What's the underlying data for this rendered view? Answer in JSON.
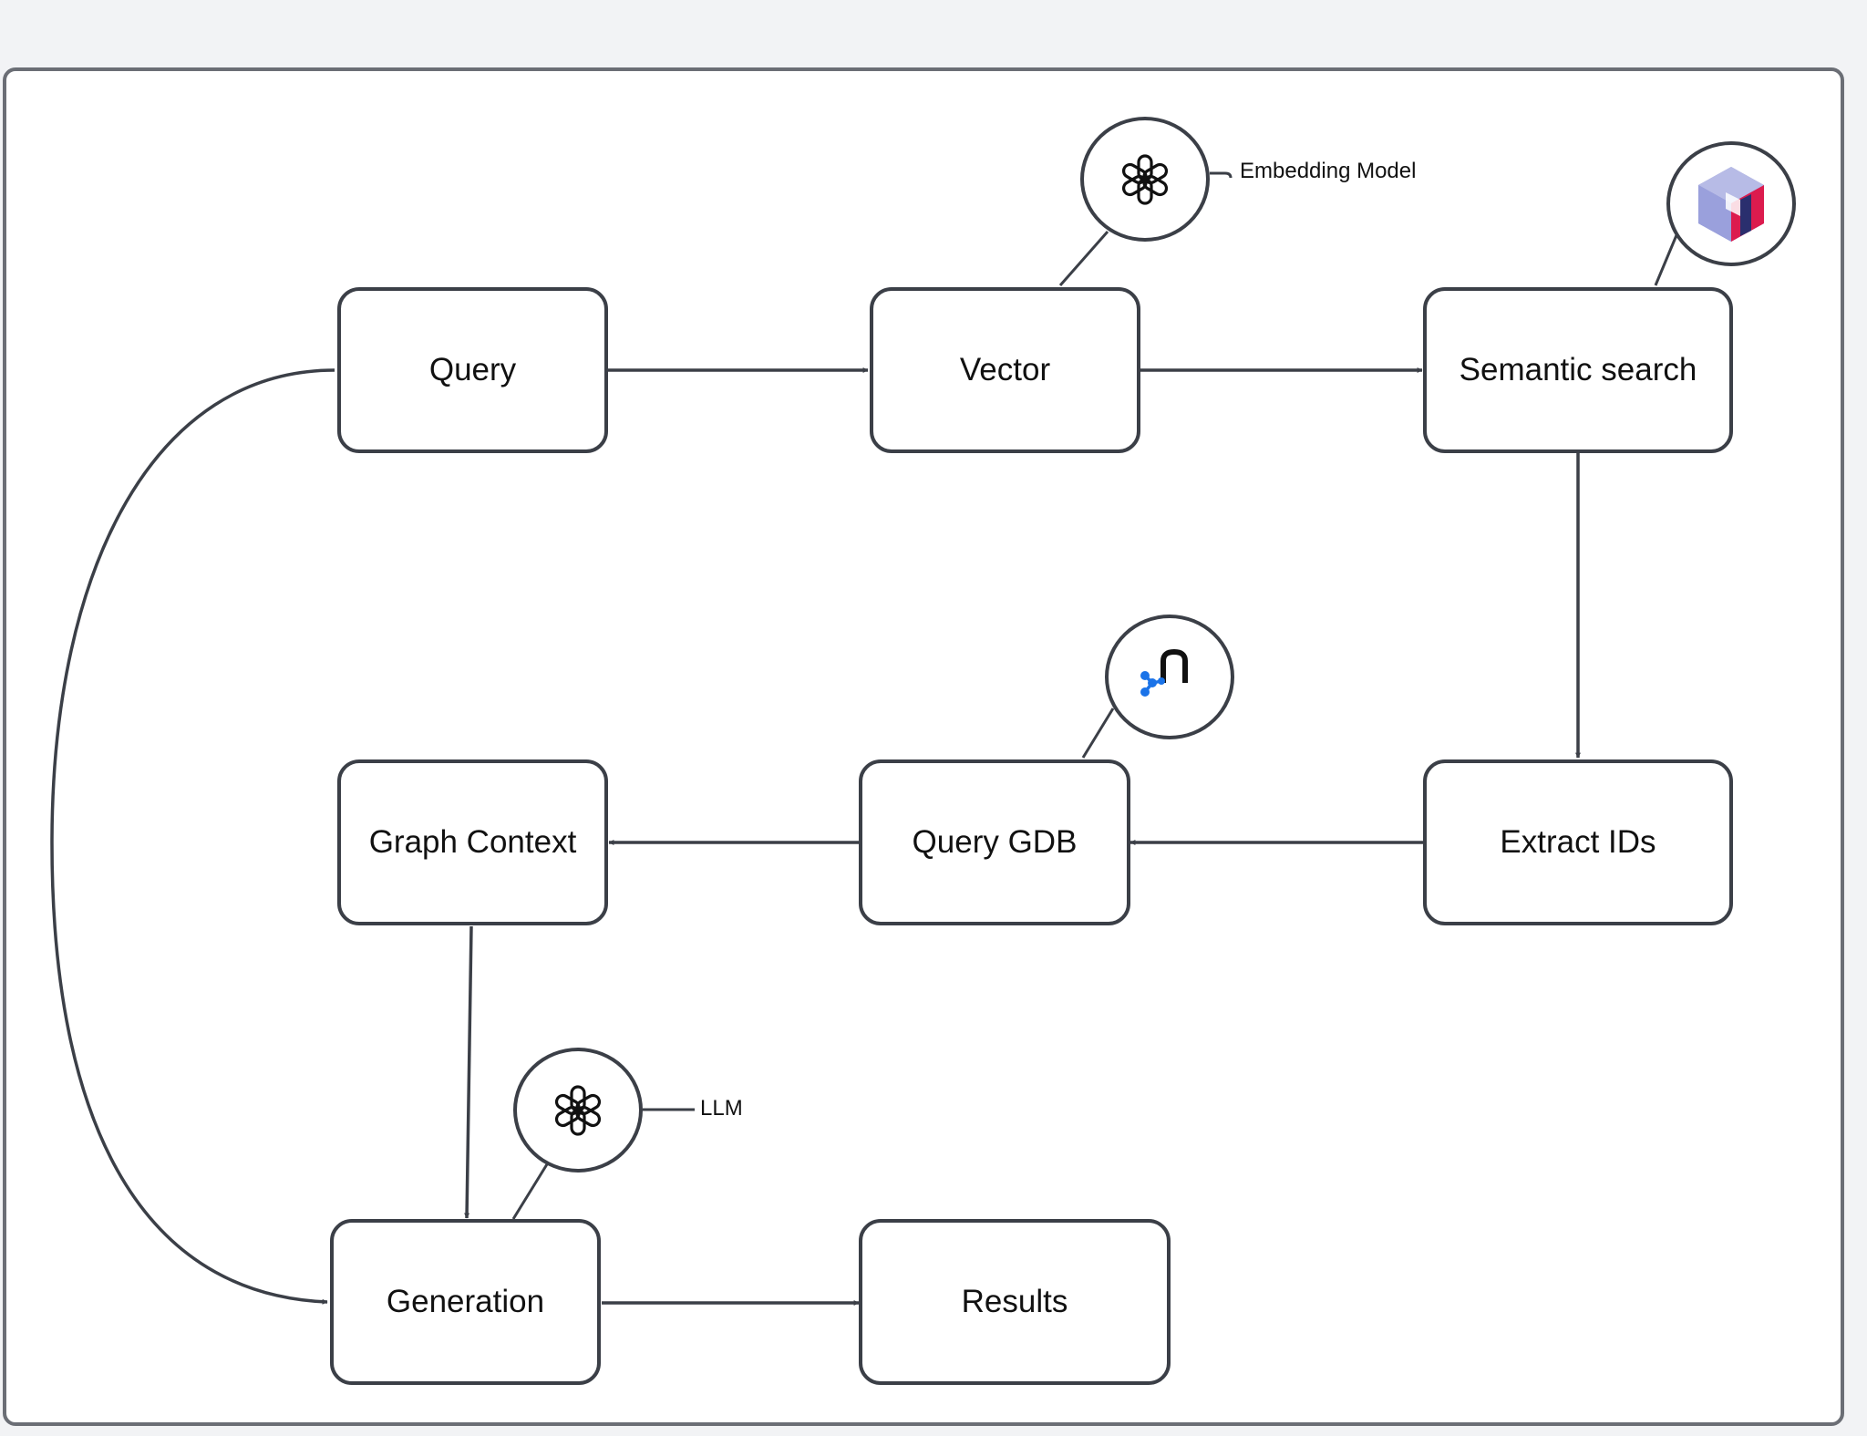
{
  "nodes": {
    "query": "Query",
    "vector": "Vector",
    "semantic_search": "Semantic search",
    "extract_ids": "Extract IDs",
    "query_gdb": "Query GDB",
    "graph_context": "Graph Context",
    "generation": "Generation",
    "results": "Results"
  },
  "annotations": {
    "embedding_model": "Embedding Model",
    "llm": "LLM"
  },
  "icons": {
    "embedding": "openai-logo-icon",
    "vector_db": "qdrant-logo-icon",
    "graph_db": "neo4j-logo-icon",
    "llm": "openai-logo-icon"
  },
  "colors": {
    "line": "#3b3f47",
    "frame": "#6b6e75",
    "background": "#f2f3f5"
  }
}
